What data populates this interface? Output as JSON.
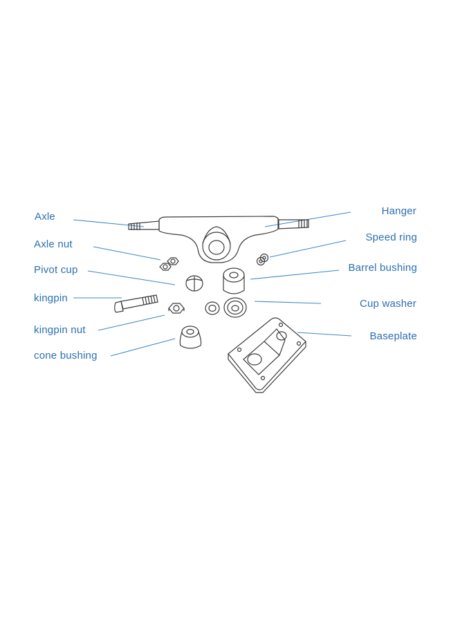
{
  "labels": {
    "axle": "Axle",
    "axle_nut": "Axle nut",
    "pivot_cup": "Pivot cup",
    "kingpin": "kingpin",
    "kingpin_nut": "kingpin nut",
    "cone_bushing": "cone bushing",
    "hanger": "Hanger",
    "speed_ring": "Speed ring",
    "barrel_bushing": "Barrel bushing",
    "cup_washer": "Cup washer",
    "baseplate": "Baseplate"
  },
  "colors": {
    "label": "#2a6fb0",
    "leader_line": "#3d86c6",
    "outline": "#3a3a3a",
    "background": "#ffffff"
  }
}
